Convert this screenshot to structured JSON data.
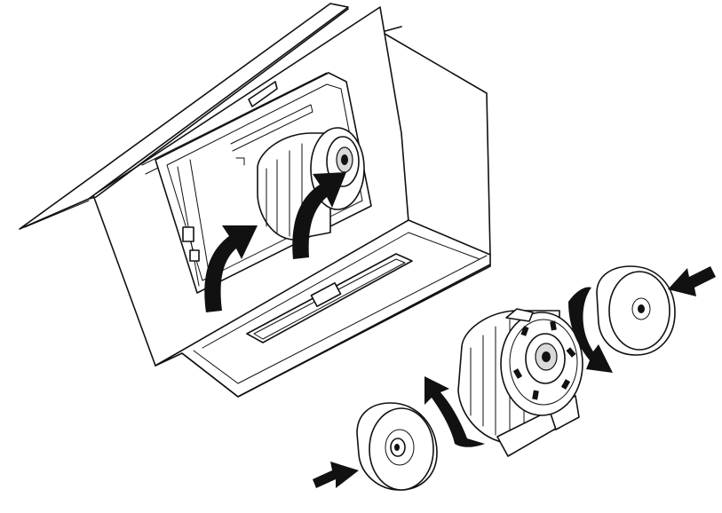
{
  "figure": {
    "kind": "assembly-instruction-illustration",
    "subject": "cooker-hood-motor-fan-installation",
    "colors": {
      "line": "#111111",
      "fill": "#ffffff",
      "shade": "#d9d9d9"
    },
    "parts": [
      "hood-body",
      "glass-panel-open",
      "motor-compartment",
      "installed-motor",
      "grease-filter",
      "motor-unit-exploded",
      "fan-cover-right",
      "fan-cover-left"
    ],
    "arrows": {
      "insert_motor_left": "curved-up",
      "insert_motor_right": "curved-up",
      "rotate_right_cover": "clockwise-down",
      "rotate_left_cover": "counter-clockwise-up",
      "push_right_cover": "straight-in",
      "push_left_cover": "straight-in"
    }
  }
}
